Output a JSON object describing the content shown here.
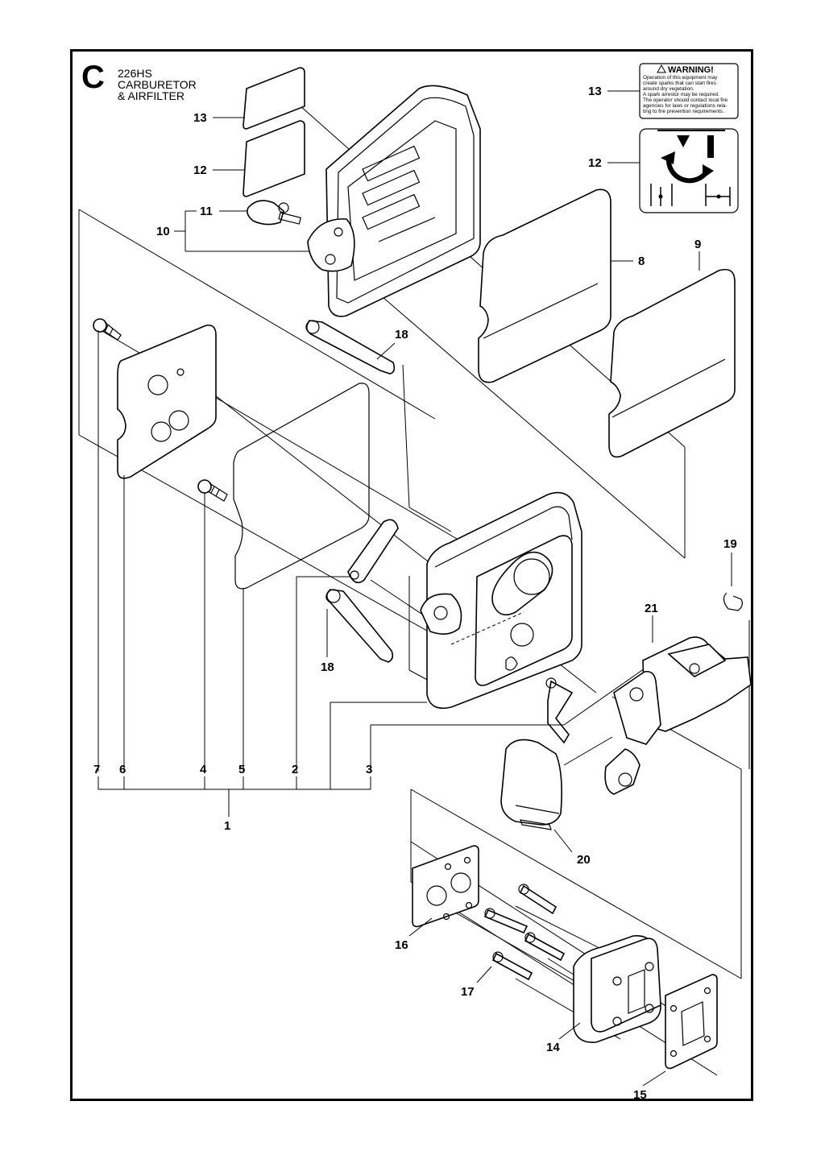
{
  "header": {
    "section_letter": "C",
    "model": "226HS",
    "title_line1": "CARBURETOR",
    "title_line2": "& AIRFILTER"
  },
  "warning_label": {
    "title": "WARNING!",
    "lines": [
      "Operation of this equipment may",
      "create sparks that can start fires",
      "around dry vegetation.",
      "A spark arrestor may be required.",
      "The operator should contact local fire",
      "agencies for laws or regulations rela-",
      "ting to fire prevention requirements."
    ]
  },
  "callouts": {
    "c13_left": "13",
    "c12_left": "12",
    "c11": "11",
    "c10": "10",
    "c13_right": "13",
    "c12_right": "12",
    "c8": "8",
    "c9": "9",
    "c18_top": "18",
    "c19": "19",
    "c21": "21",
    "c18_bottom": "18",
    "c7": "7",
    "c6": "6",
    "c4": "4",
    "c5": "5",
    "c2": "2",
    "c3": "3",
    "c1": "1",
    "c20": "20",
    "c16": "16",
    "c17": "17",
    "c14": "14",
    "c15": "15"
  }
}
